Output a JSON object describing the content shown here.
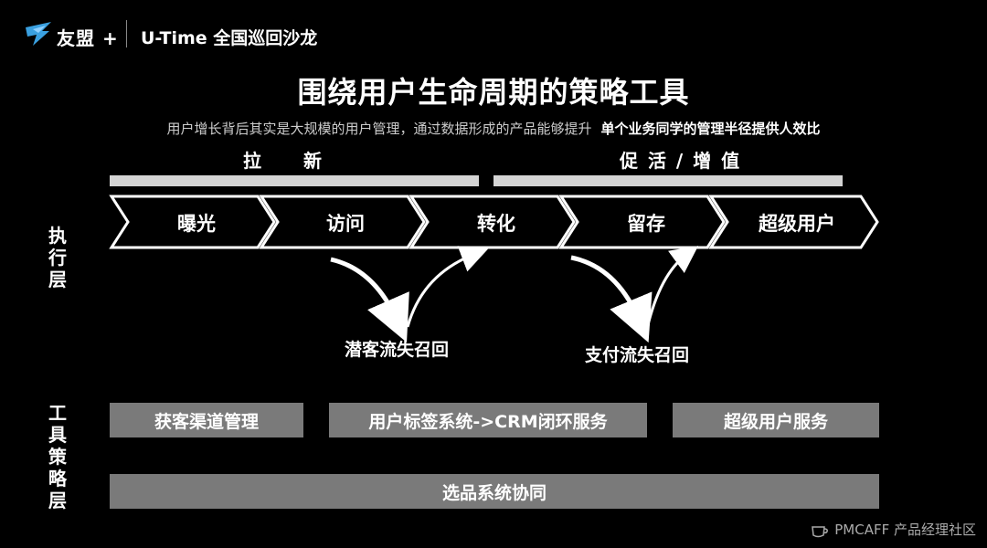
{
  "header": {
    "brand": "友盟 +",
    "event": "U-Time 全国巡回沙龙",
    "logo_icon": "bird-logo-icon"
  },
  "title": "围绕用户生命周期的策略工具",
  "subtitle": {
    "text": "用户增长背后其实是大规模的用户管理，通过数据形成的产品能够提升",
    "highlight": "单个业务同学的管理半径提供人效比"
  },
  "phases": {
    "acquire": "拉　　新",
    "promote": "促 活 / 增 值"
  },
  "stages": [
    "曝光",
    "访问",
    "转化",
    "留存",
    "超级用户"
  ],
  "recall": {
    "potential": "潜客流失召回",
    "paid": "支付流失召回"
  },
  "layers": {
    "execution": "执行层",
    "tools": "工具策略层"
  },
  "tools": {
    "acquisition": "获客渠道管理",
    "crm": "用户标签系统->CRM闭环服务",
    "super_user": "超级用户服务",
    "selection": "选品系统协同"
  },
  "watermark": {
    "text": "PMCAFF 产品经理社区",
    "icon": "coffee-cup-icon"
  },
  "colors": {
    "background": "#000000",
    "phase_bar": "#d4d4d4",
    "tool_bar": "#7a7a7a"
  }
}
